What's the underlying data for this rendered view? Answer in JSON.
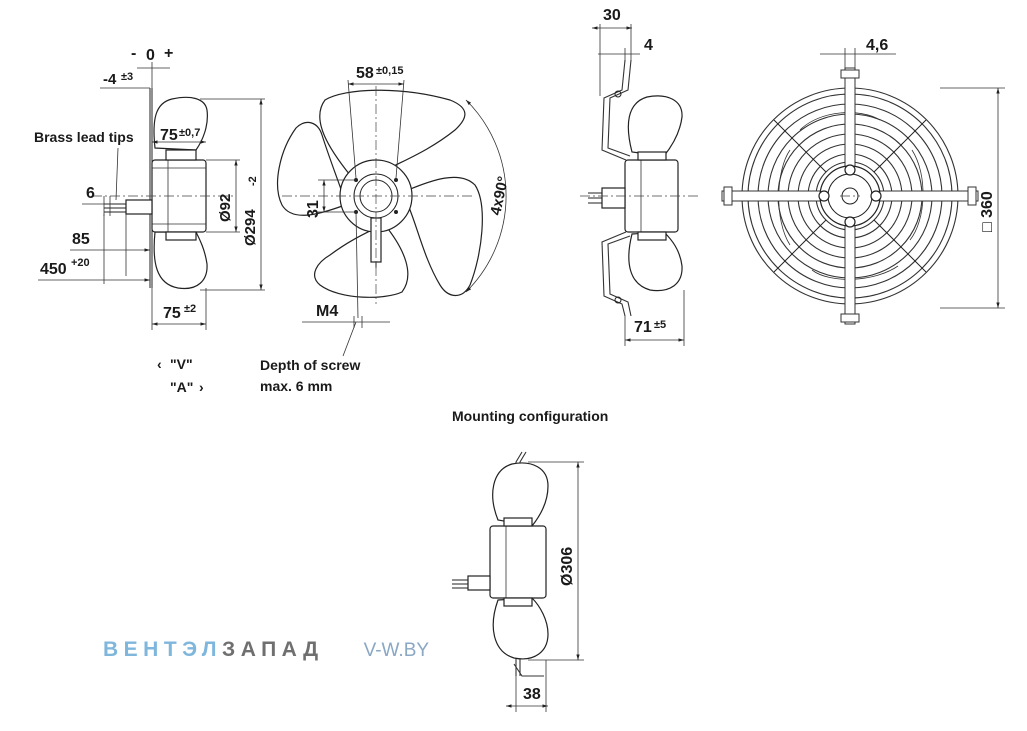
{
  "dimensions": {
    "offset_neg": "-",
    "offset_zero": "0",
    "offset_pos": "+",
    "offset_value": "-4",
    "offset_tol": "±3",
    "d75a": "75",
    "d75a_tol": "±0,7",
    "d6": "6",
    "d85": "85",
    "d450": "450",
    "d450_tol": "+20",
    "d75b": "75",
    "d75b_tol": "±2",
    "dia92": "Ø92",
    "dia294": "Ø294",
    "dia294_tol": "-2",
    "d58": "58",
    "d58_tol": "±0,15",
    "d31": "31",
    "angle": "4x90°",
    "m4": "M4",
    "d30": "30",
    "d4": "4",
    "d71": "71",
    "d71_tol": "±5",
    "d4_6": "4,6",
    "sq360": "□ 360",
    "dia306": "Ø306",
    "d38": "38"
  },
  "notes": {
    "brass_lead_tips": "Brass lead tips",
    "v_label": "\"V\"",
    "a_label": "\"A\"",
    "v_arrow": "‹",
    "a_arrow": "›",
    "depth_line1": "Depth of screw",
    "depth_line2": "max. 6 mm",
    "mounting": "Mounting configuration"
  },
  "watermark": {
    "brand_part1": "ВЕНТЭЛ",
    "brand_part2": "ЗАПАД",
    "site": "V-W.BY"
  },
  "colors": {
    "brand_blue": "#7fb6dc",
    "brand_gray": "#6f6f6f",
    "site_blue": "#8aa7c4"
  }
}
